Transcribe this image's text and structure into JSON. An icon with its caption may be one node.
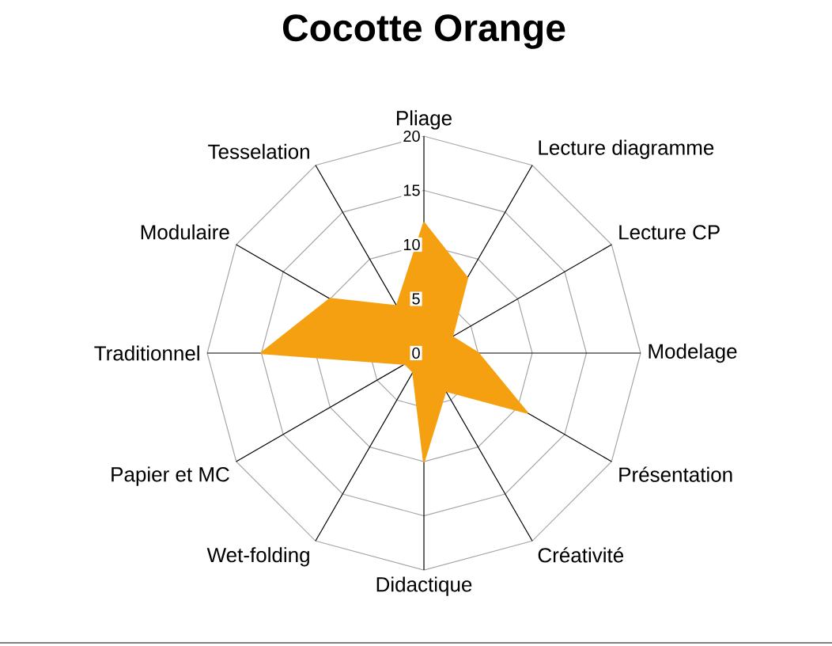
{
  "diagram": {
    "title": "Cocotte Orange",
    "chart_data": {
      "type": "radar",
      "categories": [
        "Pliage",
        "Lecture diagramme",
        "Lecture CP",
        "Modelage",
        "Présentation",
        "Créativité",
        "Didactique",
        "Wet-folding",
        "Papier et MC",
        "Traditionnel",
        "Modulaire",
        "Tesselation"
      ],
      "series": [
        {
          "color": "#f5a010",
          "values": [
            12,
            8,
            3,
            5,
            11,
            4,
            10,
            2,
            2,
            15,
            10,
            5
          ]
        }
      ],
      "ylim": [
        0,
        20
      ],
      "yticks": [
        0,
        5,
        10,
        15,
        20
      ]
    }
  }
}
